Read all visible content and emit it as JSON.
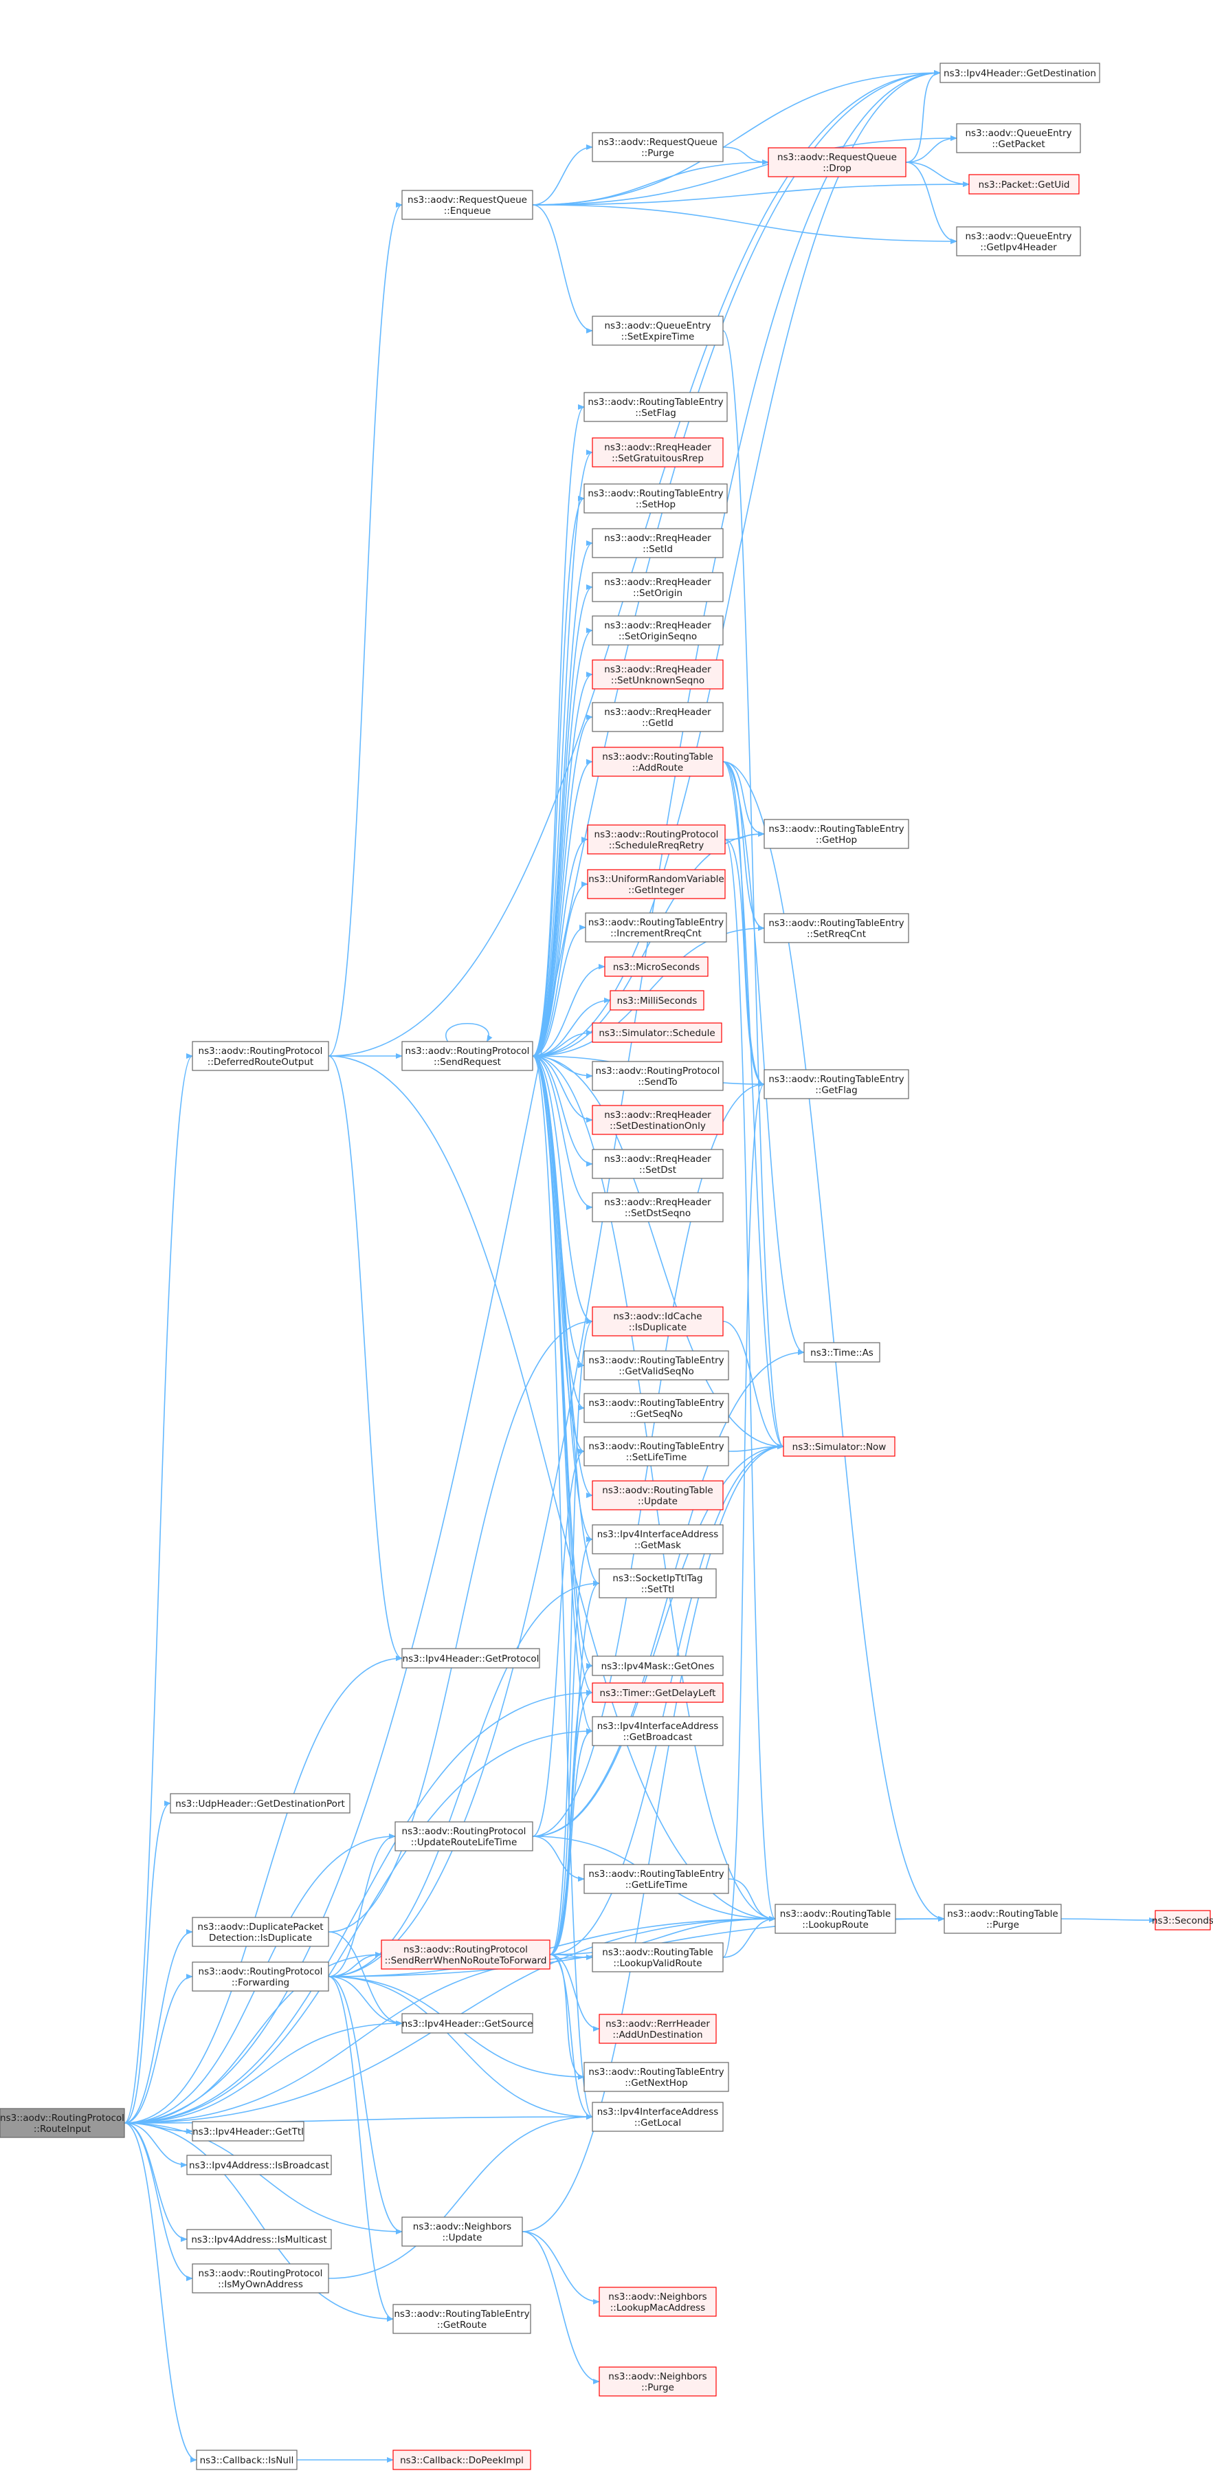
{
  "graph": {
    "colors": {
      "edge": "#63b8ff",
      "node_border": "#666666",
      "node_fill": "#ffffff",
      "red_border": "#ff0000",
      "red_fill": "#fff0f0",
      "root_fill": "#999999"
    },
    "nodes": [
      {
        "id": "n_ri",
        "kind": "root",
        "lines": [
          "ns3::aodv::RoutingProtocol",
          "::RouteInput"
        ]
      },
      {
        "id": "n_drout",
        "kind": "plain",
        "lines": [
          "ns3::aodv::RoutingProtocol",
          "::DeferredRouteOutput"
        ]
      },
      {
        "id": "n_udpdst",
        "kind": "plain",
        "lines": [
          "ns3::UdpHeader::GetDestinationPort"
        ]
      },
      {
        "id": "n_dpd",
        "kind": "plain",
        "lines": [
          "ns3::aodv::DuplicatePacket",
          "Detection::IsDuplicate"
        ]
      },
      {
        "id": "n_fwd",
        "kind": "plain",
        "lines": [
          "ns3::aodv::RoutingProtocol",
          "::Forwarding"
        ]
      },
      {
        "id": "n_ttl",
        "kind": "plain",
        "lines": [
          "ns3::Ipv4Header::GetTtl"
        ]
      },
      {
        "id": "n_isbc",
        "kind": "plain",
        "lines": [
          "ns3::Ipv4Address::IsBroadcast"
        ]
      },
      {
        "id": "n_ismc",
        "kind": "plain",
        "lines": [
          "ns3::Ipv4Address::IsMulticast"
        ]
      },
      {
        "id": "n_isown",
        "kind": "plain",
        "lines": [
          "ns3::aodv::RoutingProtocol",
          "::IsMyOwnAddress"
        ]
      },
      {
        "id": "n_cbnull",
        "kind": "plain",
        "lines": [
          "ns3::Callback::IsNull"
        ]
      },
      {
        "id": "n_enq",
        "kind": "plain",
        "lines": [
          "ns3::aodv::RequestQueue",
          "::Enqueue"
        ]
      },
      {
        "id": "n_sreq",
        "kind": "plain",
        "lines": [
          "ns3::aodv::RoutingProtocol",
          "::SendRequest"
        ]
      },
      {
        "id": "n_proto",
        "kind": "plain",
        "lines": [
          "ns3::Ipv4Header::GetProtocol"
        ]
      },
      {
        "id": "n_urlt",
        "kind": "plain",
        "lines": [
          "ns3::aodv::RoutingProtocol",
          "::UpdateRouteLifeTime"
        ]
      },
      {
        "id": "n_getsrc",
        "kind": "plain",
        "lines": [
          "ns3::Ipv4Header::GetSource"
        ]
      },
      {
        "id": "n_nupd",
        "kind": "plain",
        "lines": [
          "ns3::aodv::Neighbors",
          "::Update"
        ]
      },
      {
        "id": "n_getroute",
        "kind": "plain",
        "lines": [
          "ns3::aodv::RoutingTableEntry",
          "::GetRoute"
        ]
      },
      {
        "id": "n_srerr",
        "kind": "red",
        "lines": [
          "ns3::aodv::RoutingProtocol",
          "::SendRerrWhenNoRouteToForward"
        ]
      },
      {
        "id": "n_docb",
        "kind": "red",
        "lines": [
          "ns3::Callback::DoPeekImpl"
        ]
      },
      {
        "id": "n_purge",
        "kind": "plain",
        "lines": [
          "ns3::aodv::RequestQueue",
          "::Purge"
        ]
      },
      {
        "id": "n_setexp",
        "kind": "plain",
        "lines": [
          "ns3::aodv::QueueEntry",
          "::SetExpireTime"
        ]
      },
      {
        "id": "n_setflag",
        "kind": "plain",
        "lines": [
          "ns3::aodv::RoutingTableEntry",
          "::SetFlag"
        ]
      },
      {
        "id": "n_setgr",
        "kind": "red",
        "lines": [
          "ns3::aodv::RreqHeader",
          "::SetGratuitousRrep"
        ]
      },
      {
        "id": "n_sethop",
        "kind": "plain",
        "lines": [
          "ns3::aodv::RoutingTableEntry",
          "::SetHop"
        ]
      },
      {
        "id": "n_setid",
        "kind": "plain",
        "lines": [
          "ns3::aodv::RreqHeader",
          "::SetId"
        ]
      },
      {
        "id": "n_setorig",
        "kind": "plain",
        "lines": [
          "ns3::aodv::RreqHeader",
          "::SetOrigin"
        ]
      },
      {
        "id": "n_setoseq",
        "kind": "plain",
        "lines": [
          "ns3::aodv::RreqHeader",
          "::SetOriginSeqno"
        ]
      },
      {
        "id": "n_setunk",
        "kind": "red",
        "lines": [
          "ns3::aodv::RreqHeader",
          "::SetUnknownSeqno"
        ]
      },
      {
        "id": "n_getid",
        "kind": "plain",
        "lines": [
          "ns3::aodv::RreqHeader",
          "::GetId"
        ]
      },
      {
        "id": "n_addroute",
        "kind": "red",
        "lines": [
          "ns3::aodv::RoutingTable",
          "::AddRoute"
        ]
      },
      {
        "id": "n_sched",
        "kind": "red",
        "lines": [
          "ns3::aodv::RoutingProtocol",
          "::ScheduleRreqRetry"
        ]
      },
      {
        "id": "n_urvint",
        "kind": "red",
        "lines": [
          "ns3::UniformRandomVariable",
          "::GetInteger"
        ]
      },
      {
        "id": "n_incr",
        "kind": "plain",
        "lines": [
          "ns3::aodv::RoutingTableEntry",
          "::IncrementRreqCnt"
        ]
      },
      {
        "id": "n_micro",
        "kind": "red",
        "lines": [
          "ns3::MicroSeconds"
        ]
      },
      {
        "id": "n_milli",
        "kind": "red",
        "lines": [
          "ns3::MilliSeconds"
        ]
      },
      {
        "id": "n_simsched",
        "kind": "red",
        "lines": [
          "ns3::Simulator::Schedule"
        ]
      },
      {
        "id": "n_sendto",
        "kind": "plain",
        "lines": [
          "ns3::aodv::RoutingProtocol",
          "::SendTo"
        ]
      },
      {
        "id": "n_setdo",
        "kind": "red",
        "lines": [
          "ns3::aodv::RreqHeader",
          "::SetDestinationOnly"
        ]
      },
      {
        "id": "n_setdst",
        "kind": "plain",
        "lines": [
          "ns3::aodv::RreqHeader",
          "::SetDst"
        ]
      },
      {
        "id": "n_setdseq",
        "kind": "plain",
        "lines": [
          "ns3::aodv::RreqHeader",
          "::SetDstSeqno"
        ]
      },
      {
        "id": "n_idcache",
        "kind": "red",
        "lines": [
          "ns3::aodv::IdCache",
          "::IsDuplicate"
        ]
      },
      {
        "id": "n_gvsn",
        "kind": "plain",
        "lines": [
          "ns3::aodv::RoutingTableEntry",
          "::GetValidSeqNo"
        ]
      },
      {
        "id": "n_getseq",
        "kind": "plain",
        "lines": [
          "ns3::aodv::RoutingTableEntry",
          "::GetSeqNo"
        ]
      },
      {
        "id": "n_setlt",
        "kind": "plain",
        "lines": [
          "ns3::aodv::RoutingTableEntry",
          "::SetLifeTime"
        ]
      },
      {
        "id": "n_rtupd",
        "kind": "red",
        "lines": [
          "ns3::aodv::RoutingTable",
          "::Update"
        ]
      },
      {
        "id": "n_getmask",
        "kind": "plain",
        "lines": [
          "ns3::Ipv4InterfaceAddress",
          "::GetMask"
        ]
      },
      {
        "id": "n_setttl",
        "kind": "plain",
        "lines": [
          "ns3::SocketIpTtlTag",
          "::SetTtl"
        ]
      },
      {
        "id": "n_ones",
        "kind": "plain",
        "lines": [
          "ns3::Ipv4Mask::GetOnes"
        ]
      },
      {
        "id": "n_delay",
        "kind": "red",
        "lines": [
          "ns3::Timer::GetDelayLeft"
        ]
      },
      {
        "id": "n_getbc",
        "kind": "plain",
        "lines": [
          "ns3::Ipv4InterfaceAddress",
          "::GetBroadcast"
        ]
      },
      {
        "id": "n_getlt",
        "kind": "plain",
        "lines": [
          "ns3::aodv::RoutingTableEntry",
          "::GetLifeTime"
        ]
      },
      {
        "id": "n_lvr",
        "kind": "plain",
        "lines": [
          "ns3::aodv::RoutingTable",
          "::LookupValidRoute"
        ]
      },
      {
        "id": "n_adddest",
        "kind": "red",
        "lines": [
          "ns3::aodv::RerrHeader",
          "::AddUnDestination"
        ]
      },
      {
        "id": "n_gnh",
        "kind": "plain",
        "lines": [
          "ns3::aodv::RoutingTableEntry",
          "::GetNextHop"
        ]
      },
      {
        "id": "n_getlocal",
        "kind": "plain",
        "lines": [
          "ns3::Ipv4InterfaceAddress",
          "::GetLocal"
        ]
      },
      {
        "id": "n_lookmac",
        "kind": "red",
        "lines": [
          "ns3::aodv::Neighbors",
          "::LookupMacAddress"
        ]
      },
      {
        "id": "n_npurge",
        "kind": "red",
        "lines": [
          "ns3::aodv::Neighbors",
          "::Purge"
        ]
      },
      {
        "id": "n_getdest",
        "kind": "plain",
        "lines": [
          "ns3::Ipv4Header::GetDestination"
        ]
      },
      {
        "id": "n_drop",
        "kind": "red",
        "lines": [
          "ns3::aodv::RequestQueue",
          "::Drop"
        ]
      },
      {
        "id": "n_getpkt",
        "kind": "plain",
        "lines": [
          "ns3::aodv::QueueEntry",
          "::GetPacket"
        ]
      },
      {
        "id": "n_uid",
        "kind": "red",
        "lines": [
          "ns3::Packet::GetUid"
        ]
      },
      {
        "id": "n_getiphdr",
        "kind": "plain",
        "lines": [
          "ns3::aodv::QueueEntry",
          "::GetIpv4Header"
        ]
      },
      {
        "id": "n_gethop",
        "kind": "plain",
        "lines": [
          "ns3::aodv::RoutingTableEntry",
          "::GetHop"
        ]
      },
      {
        "id": "n_setrc",
        "kind": "plain",
        "lines": [
          "ns3::aodv::RoutingTableEntry",
          "::SetRreqCnt"
        ]
      },
      {
        "id": "n_getflag",
        "kind": "plain",
        "lines": [
          "ns3::aodv::RoutingTableEntry",
          "::GetFlag"
        ]
      },
      {
        "id": "n_timeas",
        "kind": "plain",
        "lines": [
          "ns3::Time::As"
        ]
      },
      {
        "id": "n_now",
        "kind": "red",
        "lines": [
          "ns3::Simulator::Now"
        ]
      },
      {
        "id": "n_lookroute",
        "kind": "plain",
        "lines": [
          "ns3::aodv::RoutingTable",
          "::LookupRoute"
        ]
      },
      {
        "id": "n_rtpurge",
        "kind": "plain",
        "lines": [
          "ns3::aodv::RoutingTable",
          "::Purge"
        ]
      },
      {
        "id": "n_seconds",
        "kind": "red",
        "lines": [
          "ns3::Seconds"
        ]
      }
    ],
    "edges": [
      [
        "n_ri",
        "n_drout"
      ],
      [
        "n_ri",
        "n_udpdst"
      ],
      [
        "n_ri",
        "n_dpd"
      ],
      [
        "n_ri",
        "n_fwd"
      ],
      [
        "n_ri",
        "n_ttl"
      ],
      [
        "n_ri",
        "n_isbc"
      ],
      [
        "n_ri",
        "n_ismc"
      ],
      [
        "n_ri",
        "n_isown"
      ],
      [
        "n_ri",
        "n_cbnull"
      ],
      [
        "n_ri",
        "n_getdest"
      ],
      [
        "n_ri",
        "n_proto"
      ],
      [
        "n_ri",
        "n_getsrc"
      ],
      [
        "n_ri",
        "n_nupd"
      ],
      [
        "n_ri",
        "n_getroute"
      ],
      [
        "n_ri",
        "n_urlt"
      ],
      [
        "n_ri",
        "n_getlocal"
      ],
      [
        "n_ri",
        "n_lvr"
      ],
      [
        "n_ri",
        "n_getbc"
      ],
      [
        "n_ri",
        "n_srerr"
      ],
      [
        "n_ri",
        "n_lookroute"
      ],
      [
        "n_ri",
        "n_delay"
      ],
      [
        "n_drout",
        "n_enq"
      ],
      [
        "n_drout",
        "n_sreq"
      ],
      [
        "n_drout",
        "n_proto"
      ],
      [
        "n_drout",
        "n_getdest"
      ],
      [
        "n_drout",
        "n_lookroute"
      ],
      [
        "n_dpd",
        "n_idcache"
      ],
      [
        "n_dpd",
        "n_getsrc"
      ],
      [
        "n_fwd",
        "n_srerr"
      ],
      [
        "n_fwd",
        "n_urlt"
      ],
      [
        "n_fwd",
        "n_nupd"
      ],
      [
        "n_fwd",
        "n_getroute"
      ],
      [
        "n_fwd",
        "n_getsrc"
      ],
      [
        "n_fwd",
        "n_gnh"
      ],
      [
        "n_fwd",
        "n_getlocal"
      ],
      [
        "n_fwd",
        "n_lookroute"
      ],
      [
        "n_fwd",
        "n_rtpurge"
      ],
      [
        "n_fwd",
        "n_getdest"
      ],
      [
        "n_fwd",
        "n_setttl"
      ],
      [
        "n_cbnull",
        "n_docb"
      ],
      [
        "n_isown",
        "n_getlocal"
      ],
      [
        "n_enq",
        "n_purge"
      ],
      [
        "n_enq",
        "n_drop"
      ],
      [
        "n_enq",
        "n_getpkt"
      ],
      [
        "n_enq",
        "n_uid"
      ],
      [
        "n_enq",
        "n_getiphdr"
      ],
      [
        "n_enq",
        "n_getdest"
      ],
      [
        "n_enq",
        "n_setexp"
      ],
      [
        "n_purge",
        "n_drop"
      ],
      [
        "n_drop",
        "n_getpkt"
      ],
      [
        "n_drop",
        "n_uid"
      ],
      [
        "n_drop",
        "n_getiphdr"
      ],
      [
        "n_drop",
        "n_getdest"
      ],
      [
        "n_setexp",
        "n_now"
      ],
      [
        "n_sreq",
        "n_sreq"
      ],
      [
        "n_sreq",
        "n_setflag"
      ],
      [
        "n_sreq",
        "n_setgr"
      ],
      [
        "n_sreq",
        "n_sethop"
      ],
      [
        "n_sreq",
        "n_setid"
      ],
      [
        "n_sreq",
        "n_setorig"
      ],
      [
        "n_sreq",
        "n_setoseq"
      ],
      [
        "n_sreq",
        "n_setunk"
      ],
      [
        "n_sreq",
        "n_getid"
      ],
      [
        "n_sreq",
        "n_addroute"
      ],
      [
        "n_sreq",
        "n_sched"
      ],
      [
        "n_sreq",
        "n_urvint"
      ],
      [
        "n_sreq",
        "n_incr"
      ],
      [
        "n_sreq",
        "n_micro"
      ],
      [
        "n_sreq",
        "n_milli"
      ],
      [
        "n_sreq",
        "n_simsched"
      ],
      [
        "n_sreq",
        "n_sendto"
      ],
      [
        "n_sreq",
        "n_setdo"
      ],
      [
        "n_sreq",
        "n_setdst"
      ],
      [
        "n_sreq",
        "n_setdseq"
      ],
      [
        "n_sreq",
        "n_idcache"
      ],
      [
        "n_sreq",
        "n_gvsn"
      ],
      [
        "n_sreq",
        "n_getseq"
      ],
      [
        "n_sreq",
        "n_setlt"
      ],
      [
        "n_sreq",
        "n_rtupd"
      ],
      [
        "n_sreq",
        "n_getmask"
      ],
      [
        "n_sreq",
        "n_setttl"
      ],
      [
        "n_sreq",
        "n_ones"
      ],
      [
        "n_sreq",
        "n_delay"
      ],
      [
        "n_sreq",
        "n_getbc"
      ],
      [
        "n_sreq",
        "n_getlocal"
      ],
      [
        "n_sreq",
        "n_lookroute"
      ],
      [
        "n_sreq",
        "n_getflag"
      ],
      [
        "n_sreq",
        "n_gethop"
      ],
      [
        "n_sreq",
        "n_setrc"
      ],
      [
        "n_sreq",
        "n_now"
      ],
      [
        "n_sreq",
        "n_getdest"
      ],
      [
        "n_addroute",
        "n_gethop"
      ],
      [
        "n_addroute",
        "n_setrc"
      ],
      [
        "n_addroute",
        "n_getflag"
      ],
      [
        "n_addroute",
        "n_timeas"
      ],
      [
        "n_addroute",
        "n_now"
      ],
      [
        "n_addroute",
        "n_rtpurge"
      ],
      [
        "n_sched",
        "n_gethop"
      ],
      [
        "n_sched",
        "n_lookroute"
      ],
      [
        "n_sched",
        "n_getflag"
      ],
      [
        "n_idcache",
        "n_now"
      ],
      [
        "n_setlt",
        "n_now"
      ],
      [
        "n_urlt",
        "n_lookroute"
      ],
      [
        "n_urlt",
        "n_getflag"
      ],
      [
        "n_urlt",
        "n_getlt"
      ],
      [
        "n_urlt",
        "n_setlt"
      ],
      [
        "n_urlt",
        "n_now"
      ],
      [
        "n_urlt",
        "n_timeas"
      ],
      [
        "n_srerr",
        "n_adddest"
      ],
      [
        "n_srerr",
        "n_gnh"
      ],
      [
        "n_srerr",
        "n_getlocal"
      ],
      [
        "n_srerr",
        "n_lvr"
      ],
      [
        "n_srerr",
        "n_now"
      ],
      [
        "n_srerr",
        "n_getmask"
      ],
      [
        "n_srerr",
        "n_getbc"
      ],
      [
        "n_srerr",
        "n_setttl"
      ],
      [
        "n_srerr",
        "n_ones"
      ],
      [
        "n_srerr",
        "n_delay"
      ],
      [
        "n_srerr",
        "n_idcache"
      ],
      [
        "n_srerr",
        "n_lookroute"
      ],
      [
        "n_lvr",
        "n_lookroute"
      ],
      [
        "n_lvr",
        "n_getflag"
      ],
      [
        "n_getlt",
        "n_lookroute"
      ],
      [
        "n_nupd",
        "n_lookmac"
      ],
      [
        "n_nupd",
        "n_npurge"
      ],
      [
        "n_nupd",
        "n_now"
      ],
      [
        "n_lookroute",
        "n_rtpurge"
      ],
      [
        "n_rtpurge",
        "n_seconds"
      ]
    ]
  }
}
